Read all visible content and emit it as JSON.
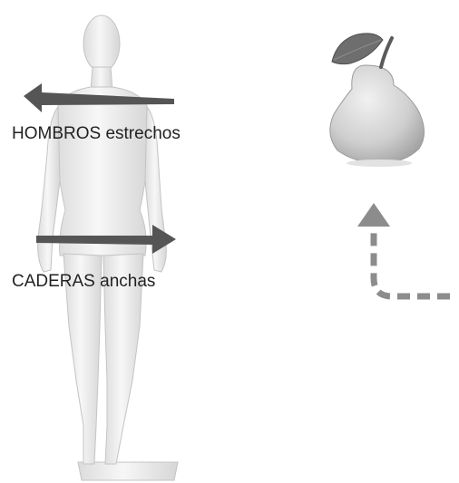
{
  "labels": {
    "shoulders": "HOMBROS estrechos",
    "hips": "CADERAS anchas"
  },
  "icons": {
    "figure": "mannequin-figure",
    "fruit": "pear-icon",
    "shoulder_arrow": "arrow-left-icon",
    "hip_arrow": "arrow-right-icon",
    "link_arrow": "dashed-arrow-up-icon"
  },
  "colors": {
    "background": "#ffffff",
    "text": "#222222",
    "arrow": "#555555",
    "dashed_arrow": "#8c8c8c",
    "mannequin": "#ececec",
    "pear": "#c8c8c8",
    "leaf": "#6e6e6e"
  }
}
